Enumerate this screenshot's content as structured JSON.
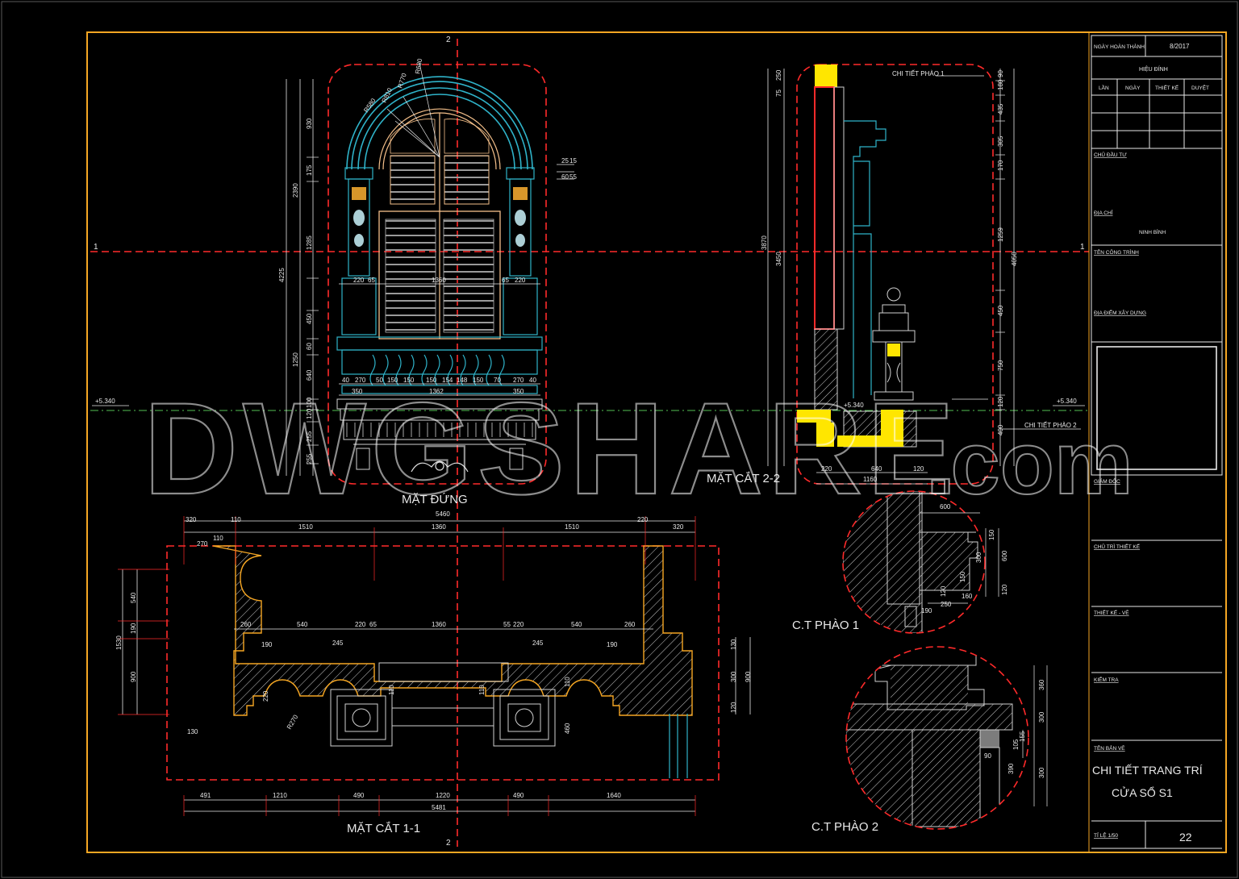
{
  "views": {
    "elevation": "MẶT ĐỨNG",
    "section22": "MẶT CẮT 2-2",
    "section11": "MẶT CẮT 1-1",
    "detail1": "C.T PHÀO 1",
    "detail2": "C.T PHÀO 2"
  },
  "callouts": {
    "chi_tiet_phao_1": "CHI TIẾT PHÀO 1",
    "chi_tiet_phao_2": "CHI TIẾT PHÀO 2"
  },
  "axes": {
    "a2_top": "2",
    "a2_bottom": "2",
    "a1_left": "1",
    "a1_right": "1"
  },
  "levels": {
    "left": "+5.340",
    "right": "+5.340",
    "mid": "+5.340"
  },
  "watermark": "DWGSHARE",
  "watermark_suffix": ".com",
  "dims": {
    "elev_vert": [
      "930",
      "175",
      "1285",
      "450",
      "60",
      "640",
      "100",
      "120",
      "255",
      "255"
    ],
    "elev_total": "4225",
    "elev_sub": [
      "2390",
      "1250"
    ],
    "elev_small": [
      "25",
      "15",
      "60",
      "55"
    ],
    "elev_h": [
      "220",
      "65",
      "1360",
      "65",
      "220"
    ],
    "elev_bal": [
      "40",
      "270",
      "50",
      "150",
      "150",
      "150",
      "154",
      "148",
      "150",
      "70",
      "270",
      "40"
    ],
    "elev_bal2": [
      "350",
      "1362",
      "350"
    ],
    "elev_r": [
      "R580",
      "R810",
      "R770",
      "R680"
    ],
    "s22_left": [
      "75",
      "250",
      "3450",
      "3870"
    ],
    "s22_right": [
      "90",
      "180",
      "435",
      "305",
      "170",
      "1259",
      "450",
      "750",
      "120",
      "400",
      "4050"
    ],
    "s22_bot": [
      "220",
      "640",
      "120",
      "1160"
    ],
    "s11_top": [
      "320",
      "110",
      "1510",
      "1360",
      "1510",
      "220",
      "320"
    ],
    "s11_total": "5460",
    "s11_inner": [
      "260",
      "540",
      "220",
      "65",
      "1360",
      "55",
      "220",
      "540",
      "260"
    ],
    "s11_inner2": [
      "190",
      "245",
      "245",
      "190"
    ],
    "s11_left": [
      "540",
      "190",
      "1530",
      "900"
    ],
    "s11_misc": [
      "270",
      "110",
      "220",
      "R270",
      "130",
      "110",
      "110",
      "110",
      "460",
      "130",
      "120",
      "300",
      "900"
    ],
    "s11_bottom": [
      "491",
      "1210",
      "490",
      "1220",
      "490",
      "1640"
    ],
    "s11_bottom_total": "5481",
    "d1": [
      "600",
      "150",
      "300",
      "600",
      "150",
      "120",
      "160",
      "120",
      "250",
      "190"
    ],
    "d2": [
      "360",
      "300",
      "155",
      "90",
      "390",
      "105",
      "300"
    ]
  },
  "title_block": {
    "completion_label": "NGÀY HOÀN THÀNH",
    "completion_value": "8/2017",
    "revision": "HIỆU ĐÍNH",
    "rev_cols": [
      "LẦN",
      "NGÀY",
      "THIẾT KẾ",
      "DUYỆT"
    ],
    "owner": "CHỦ ĐẦU TƯ",
    "address_label": "ĐỊA CHỈ",
    "address_value": "NINH BÌNH",
    "project": "TÊN CÔNG TRÌNH",
    "site": "ĐỊA ĐIỂM XÂY DỰNG",
    "director": "GIÁM ĐỐC",
    "lead_designer": "CHỦ TRÌ THIẾT KẾ",
    "designer": "THIẾT KẾ - VẼ",
    "checker": "KIỂM TRA",
    "drawing_name_label": "TÊN BẢN VẼ",
    "drawing_name_1": "CHI TIẾT TRANG TRÍ",
    "drawing_name_2": "CỬA SỔ S1",
    "scale": "TỈ LỆ 1/50",
    "sheet_no": "22"
  },
  "colors": {
    "frame": "#f5a623",
    "cyan": "#2fb3c9",
    "dim": "#e8e8e8",
    "red": "#ff2a2a",
    "yellow": "#ffe600",
    "bg": "#000000"
  }
}
